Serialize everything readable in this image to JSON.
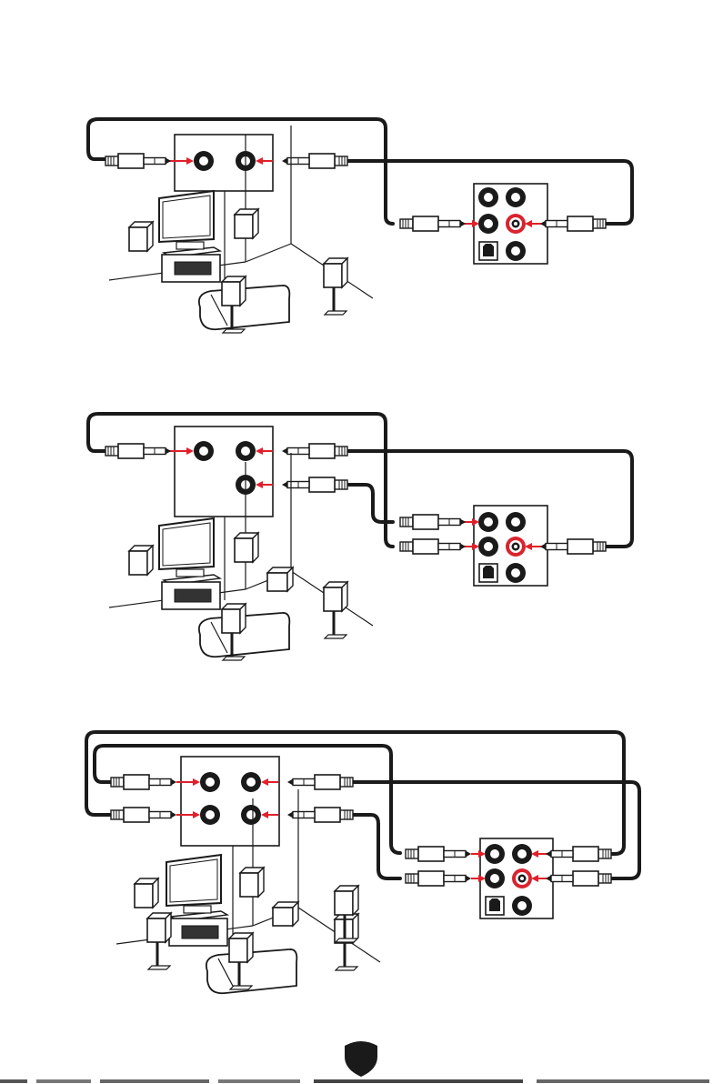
{
  "colors": {
    "cable": "#1a1a1a",
    "arrow": "#e0202a",
    "jack_ring": "#1a1a1a",
    "jack_ring_active": "#d9232e",
    "background": "#ffffff"
  },
  "icons": {
    "footer": "shield-icon",
    "optical_port": "optical-spdif-icon",
    "audio_jack": "audio-jack-icon",
    "plug": "audio-plug-icon",
    "speaker": "speaker-icon"
  },
  "diagrams": [
    {
      "id": "2-channel",
      "speaker_jacks": 2,
      "cables": 2
    },
    {
      "id": "4-channel",
      "speaker_jacks": 3,
      "cables": 3
    },
    {
      "id": "6-channel",
      "speaker_jacks": 4,
      "cables": 4
    }
  ]
}
